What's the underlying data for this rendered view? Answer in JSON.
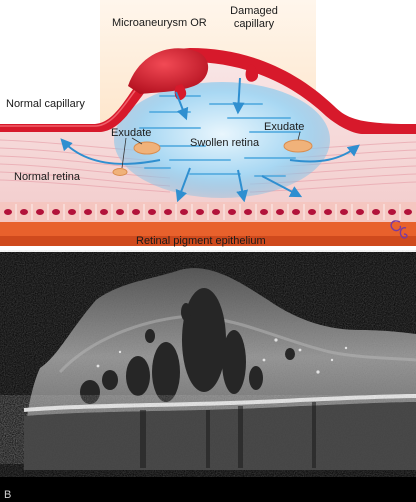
{
  "illustration": {
    "labels": {
      "microaneurysm": "Microaneurysm OR",
      "damaged_capillary_line1": "Damaged",
      "damaged_capillary_line2": "capillary",
      "normal_capillary": "Normal capillary",
      "exudate_left": "Exudate",
      "exudate_right": "Exudate",
      "swollen_retina": "Swollen retina",
      "normal_retina": "Normal retina",
      "rpe": "Retinal pigment epithelium"
    },
    "artist_signature": "CB",
    "colors": {
      "vessel_red": "#d7192b",
      "vessel_dark": "#a50f1c",
      "fluid_blue": "#5fb6e6",
      "arrow_blue": "#2f8fd0",
      "exudate": "#f0b27a",
      "retina_pink": "#f7dcdc",
      "rpe_orange": "#e8612c",
      "background_peach": "#fde4c8"
    }
  },
  "oct_scan": {
    "panel_letter": "B",
    "colors": {
      "background": "#000000",
      "tissue_gray": "#8a8a8a",
      "cyst_dark": "#2a2a2a"
    }
  }
}
